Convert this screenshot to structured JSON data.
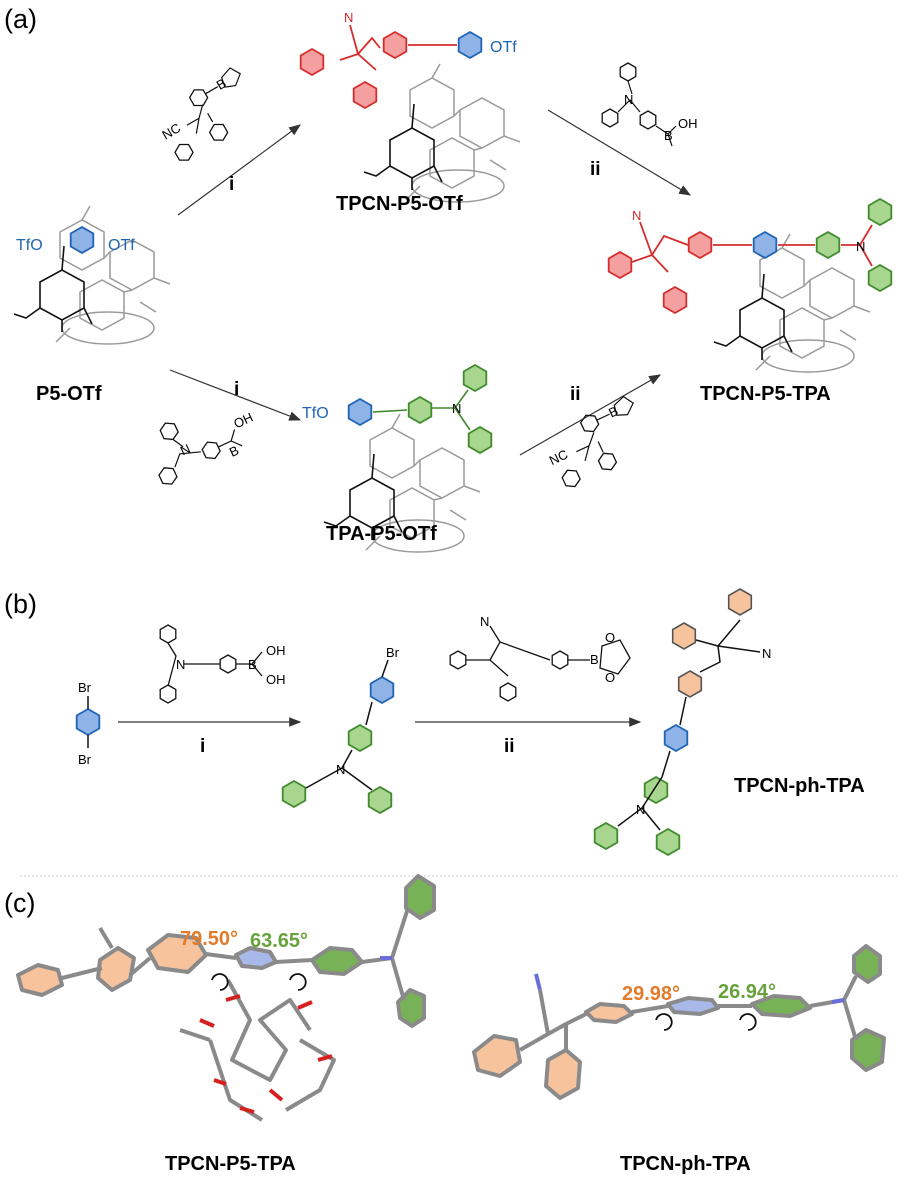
{
  "panels": {
    "a": "(a)",
    "b": "(b)",
    "c": "(c)"
  },
  "compounds": {
    "p5_otf": "P5-OTf",
    "tpcn_p5_otf": "TPCN-P5-OTf",
    "tpa_p5_otf": "TPA-P5-OTf",
    "tpcn_p5_tpa": "TPCN-P5-TPA",
    "tpcn_ph_tpa": "TPCN-ph-TPA"
  },
  "steps": {
    "i": "i",
    "ii": "ii"
  },
  "atoms": {
    "tfo": "TfO",
    "otf": "OTf",
    "n": "N",
    "b": "B",
    "o": "O",
    "oh": "OH",
    "br": "Br",
    "nc": "NC"
  },
  "angles": {
    "p5_orange": "79.50°",
    "p5_green": "63.65°",
    "ph_orange": "29.98°",
    "ph_green": "26.94°"
  },
  "colors": {
    "red_ring": "#d62c2c",
    "red_fill": "#f4a0a0",
    "blue_ring": "#1f63b4",
    "blue_fill": "#8fb3e6",
    "green_ring": "#3f8a2c",
    "green_fill": "#a8d68e",
    "orange_fill": "#f7c39c",
    "crystal_green": "#77b257",
    "bond_grey": "#8a8a8a"
  }
}
